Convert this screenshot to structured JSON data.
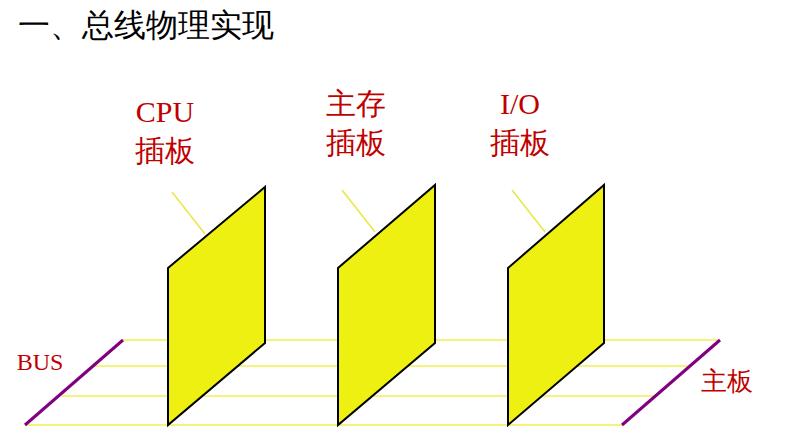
{
  "diagram": {
    "title": "一、总线物理实现",
    "labels": [
      "CPU 插板",
      "主存 插板",
      "I/O 插板",
      "BUS",
      "主板"
    ]
  }
}
